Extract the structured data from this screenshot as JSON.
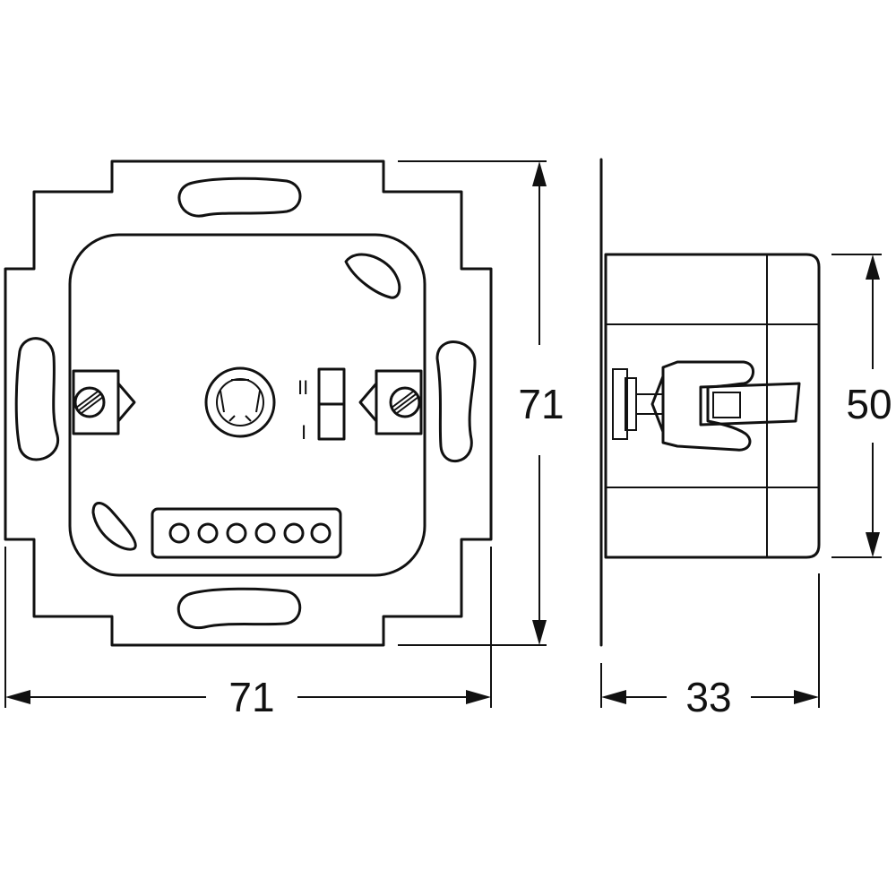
{
  "dimensions": {
    "front_width": "71",
    "front_height": "71",
    "side_depth": "33",
    "side_height": "50"
  },
  "switch_marks": {
    "upper": "II",
    "lower": "I"
  }
}
